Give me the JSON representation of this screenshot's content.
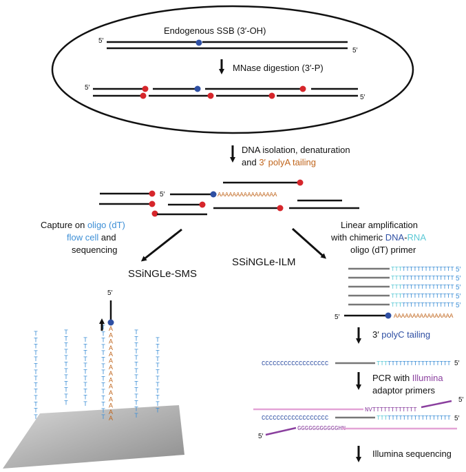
{
  "colors": {
    "black": "#111111",
    "red": "#d6262b",
    "blue": "#2e4fa3",
    "light_blue": "#3d8fd6",
    "cyan": "#5cc9d6",
    "orange": "#c0651c",
    "purple": "#8a3f9e",
    "pink": "#e3a3d6",
    "brown": "#5a3312",
    "gray": "#777777"
  },
  "nucleus": {
    "endogenous_ssb": "Endogenous SSB (3′-OH)",
    "mnase_digestion": "MNase digestion (3′-P)"
  },
  "labels": {
    "five_prime": "5′"
  },
  "step_isolation": {
    "line1": "DNA isolation, denaturation",
    "line2_prefix": "and ",
    "line2_colored": "3′ polyA tailing",
    "polyA_tail": "AAAAAAAAAAAAAAAA"
  },
  "left_branch": {
    "line1_prefix": "Capture on ",
    "line1_colored": "oligo (dT)",
    "line2_colored": "flow cell",
    "line2_suffix": " and",
    "line3": "sequencing",
    "method": "SSiNGLe-SMS",
    "t_letter": "T",
    "a_letter": "A"
  },
  "right_branch": {
    "line1": "Linear amplification",
    "line2_prefix": "with chimeric ",
    "line2_dna": "DNA",
    "line2_dash": "-",
    "line2_rna": "RNA",
    "line3": "oligo (dT) primer",
    "method": "SSiNGLe-ILM",
    "primer_ttt": "TTT",
    "primer_tail": "TTTTTTTTTTTTTT",
    "polyA_tail": "AAAAAAAAAAAAAAAA",
    "polyC_step_prefix": "3′ ",
    "polyC_step_colored": "polyC tailing",
    "polyC": "CCCCCCCCCCCCCCCCCC",
    "polyT": "TTTTTTTTTTTTTTTTT",
    "pcr_line1_prefix": "PCR with ",
    "pcr_line1_colored": "Illumina",
    "pcr_line2_colored": "adaptor primers",
    "pcr_top_primer": "NVTTTTTTTTTTTT",
    "pcr_bottom_primer": "GGGGGGGGGGGHN",
    "final_step": "Illumina sequencing"
  }
}
